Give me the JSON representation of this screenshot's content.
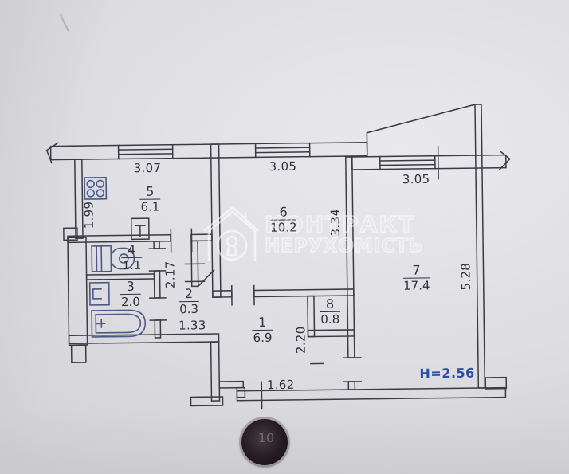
{
  "watermark": {
    "brand_line1": "КОНТРАКТ",
    "brand_line2": "НЕРУХОМІСТЬ"
  },
  "rooms": {
    "r1": {
      "num": "1",
      "area": "6.9"
    },
    "r2": {
      "num": "2",
      "area": "0.3"
    },
    "r3": {
      "num": "3",
      "area": "2.0"
    },
    "r4": {
      "num": "4",
      "area": "1.1"
    },
    "r5": {
      "num": "5",
      "area": "6.1"
    },
    "r6": {
      "num": "6",
      "area": "10.2"
    },
    "r7": {
      "num": "7",
      "area": "17.4"
    },
    "r8": {
      "num": "8",
      "area": "0.8"
    }
  },
  "dimensions": {
    "kitchen_width": "3.07",
    "room6_width": "3.05",
    "room7_width": "3.05",
    "kitchen_depth": "1.99",
    "hall_depth": "2.17",
    "hall_width": "1.33",
    "room1_depth": "2.20",
    "entry_width": "1.62",
    "room6_depth": "3.34",
    "room7_depth": "5.28"
  },
  "ceiling": {
    "height_label": "H=2.56"
  },
  "stamp": {
    "label": "10"
  },
  "colors": {
    "ink": "#3a3b41",
    "blue_accent": "#2b4f9e",
    "fixture_blue": "#4d5a85",
    "paper": "#d9d9dd"
  }
}
